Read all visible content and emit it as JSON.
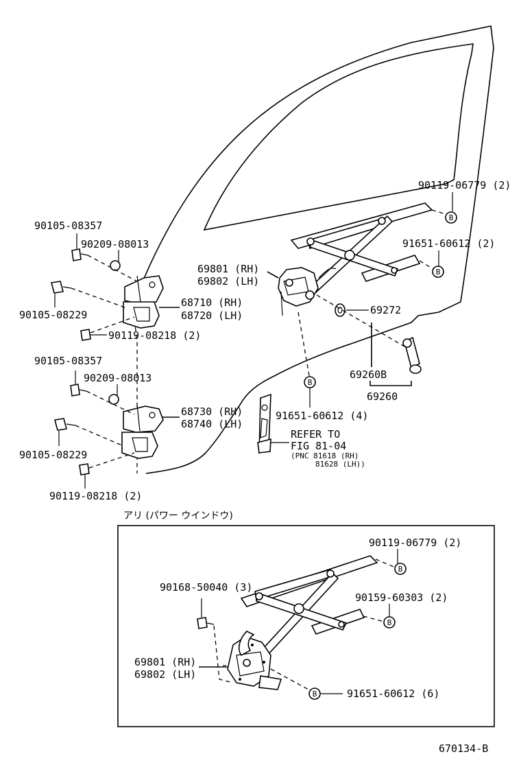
{
  "upper": {
    "labels": {
      "p_90119_06779": "90119-06779 (2)",
      "p_91651_60612_2": "91651-60612 (2)",
      "p_69801": "69801 (RH)",
      "p_69802": "69802 (LH)",
      "p_69272": "69272",
      "p_69260B": "69260B",
      "p_69260": "69260",
      "p_91651_60612_4": "91651-60612 (4)",
      "refer_1": "REFER TO",
      "refer_2": "FIG 81-04",
      "refer_3": "(PNC 81618 (RH)",
      "refer_4": "81628 (LH))",
      "p_90105_08357_a": "90105-08357",
      "p_90209_08013_a": "90209-08013",
      "p_90105_08229_a": "90105-08229",
      "p_68710": "68710 (RH)",
      "p_68720": "68720 (LH)",
      "p_90119_08218_a": "90119-08218 (2)",
      "p_90105_08357_b": "90105-08357",
      "p_90209_08013_b": "90209-08013",
      "p_68730": "68730 (RH)",
      "p_68740": "68740 (LH)",
      "p_90105_08229_b": "90105-08229",
      "p_90119_08218_b": "90119-08218 (2)"
    }
  },
  "inset": {
    "title": "アリ (パワー ウインドウ)",
    "labels": {
      "p_90119_06779": "90119-06779 (2)",
      "p_90168_50040": "90168-50040 (3)",
      "p_90159_60303": "90159-60303 (2)",
      "p_69801": "69801 (RH)",
      "p_69802": "69802 (LH)",
      "p_91651_60612_6": "91651-60612 (6)"
    }
  },
  "marker_letter": "B",
  "figure_code": "670134-B"
}
